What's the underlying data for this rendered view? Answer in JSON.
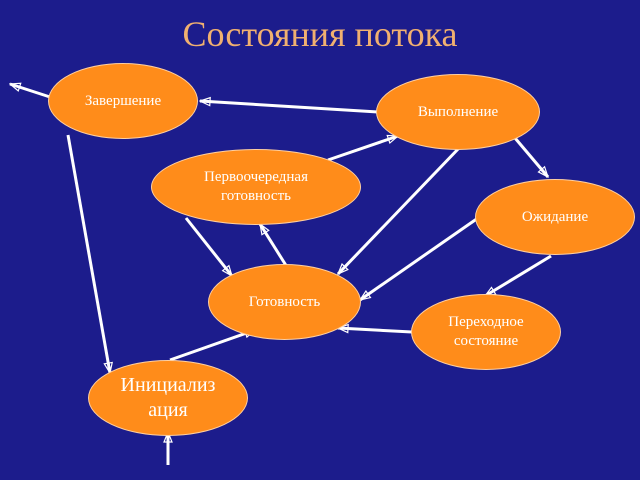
{
  "title": "Состояния потока",
  "nodes": {
    "completion": "Завершение",
    "execution": "Выполнение",
    "priority_ready": "Первоочередная готовность",
    "waiting": "Ожидание",
    "ready": "Готовность",
    "transitional": "Переходное состояние",
    "initialization": "Инициализ ация"
  },
  "colors": {
    "background": "#1c1c8c",
    "node_fill": "#ff8c1a",
    "title": "#f0b070",
    "arrows": "#ffffff"
  }
}
